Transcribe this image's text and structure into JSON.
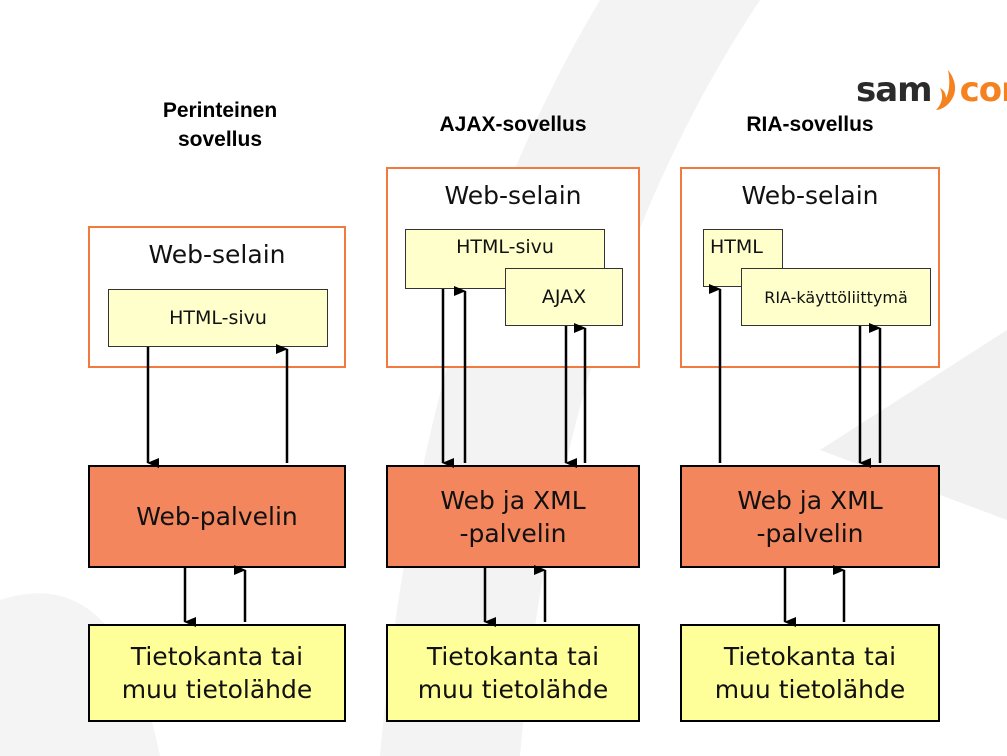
{
  "logo": {
    "part1": "sam",
    "part2": "com",
    "flame_icon": "flame-icon",
    "brand_color": "#f58220"
  },
  "colors": {
    "browser_border": "#f27a3f",
    "page_fill": "#ffffcc",
    "server_fill": "#f4865e",
    "db_fill": "#ffff99"
  },
  "columns": [
    {
      "heading_line1": "Perinteinen",
      "heading_line2": "sovellus",
      "browser_label": "Web-selain",
      "page_label": "HTML-sivu",
      "server_line1": "Web-palvelin",
      "db_line1": "Tietokanta tai",
      "db_line2": "muu tietolähde"
    },
    {
      "heading": "AJAX-sovellus",
      "browser_label": "Web-selain",
      "page_label": "HTML-sivu",
      "engine_label": "AJAX",
      "server_line1": "Web ja XML",
      "server_line2": "-palvelin",
      "db_line1": "Tietokanta tai",
      "db_line2": "muu tietolähde"
    },
    {
      "heading": "RIA-sovellus",
      "browser_label": "Web-selain",
      "page_label": "HTML",
      "engine_label": "RIA-käyttöliittymä",
      "server_line1": "Web ja XML",
      "server_line2": "-palvelin",
      "db_line1": "Tietokanta tai",
      "db_line2": "muu tietolähde"
    }
  ]
}
